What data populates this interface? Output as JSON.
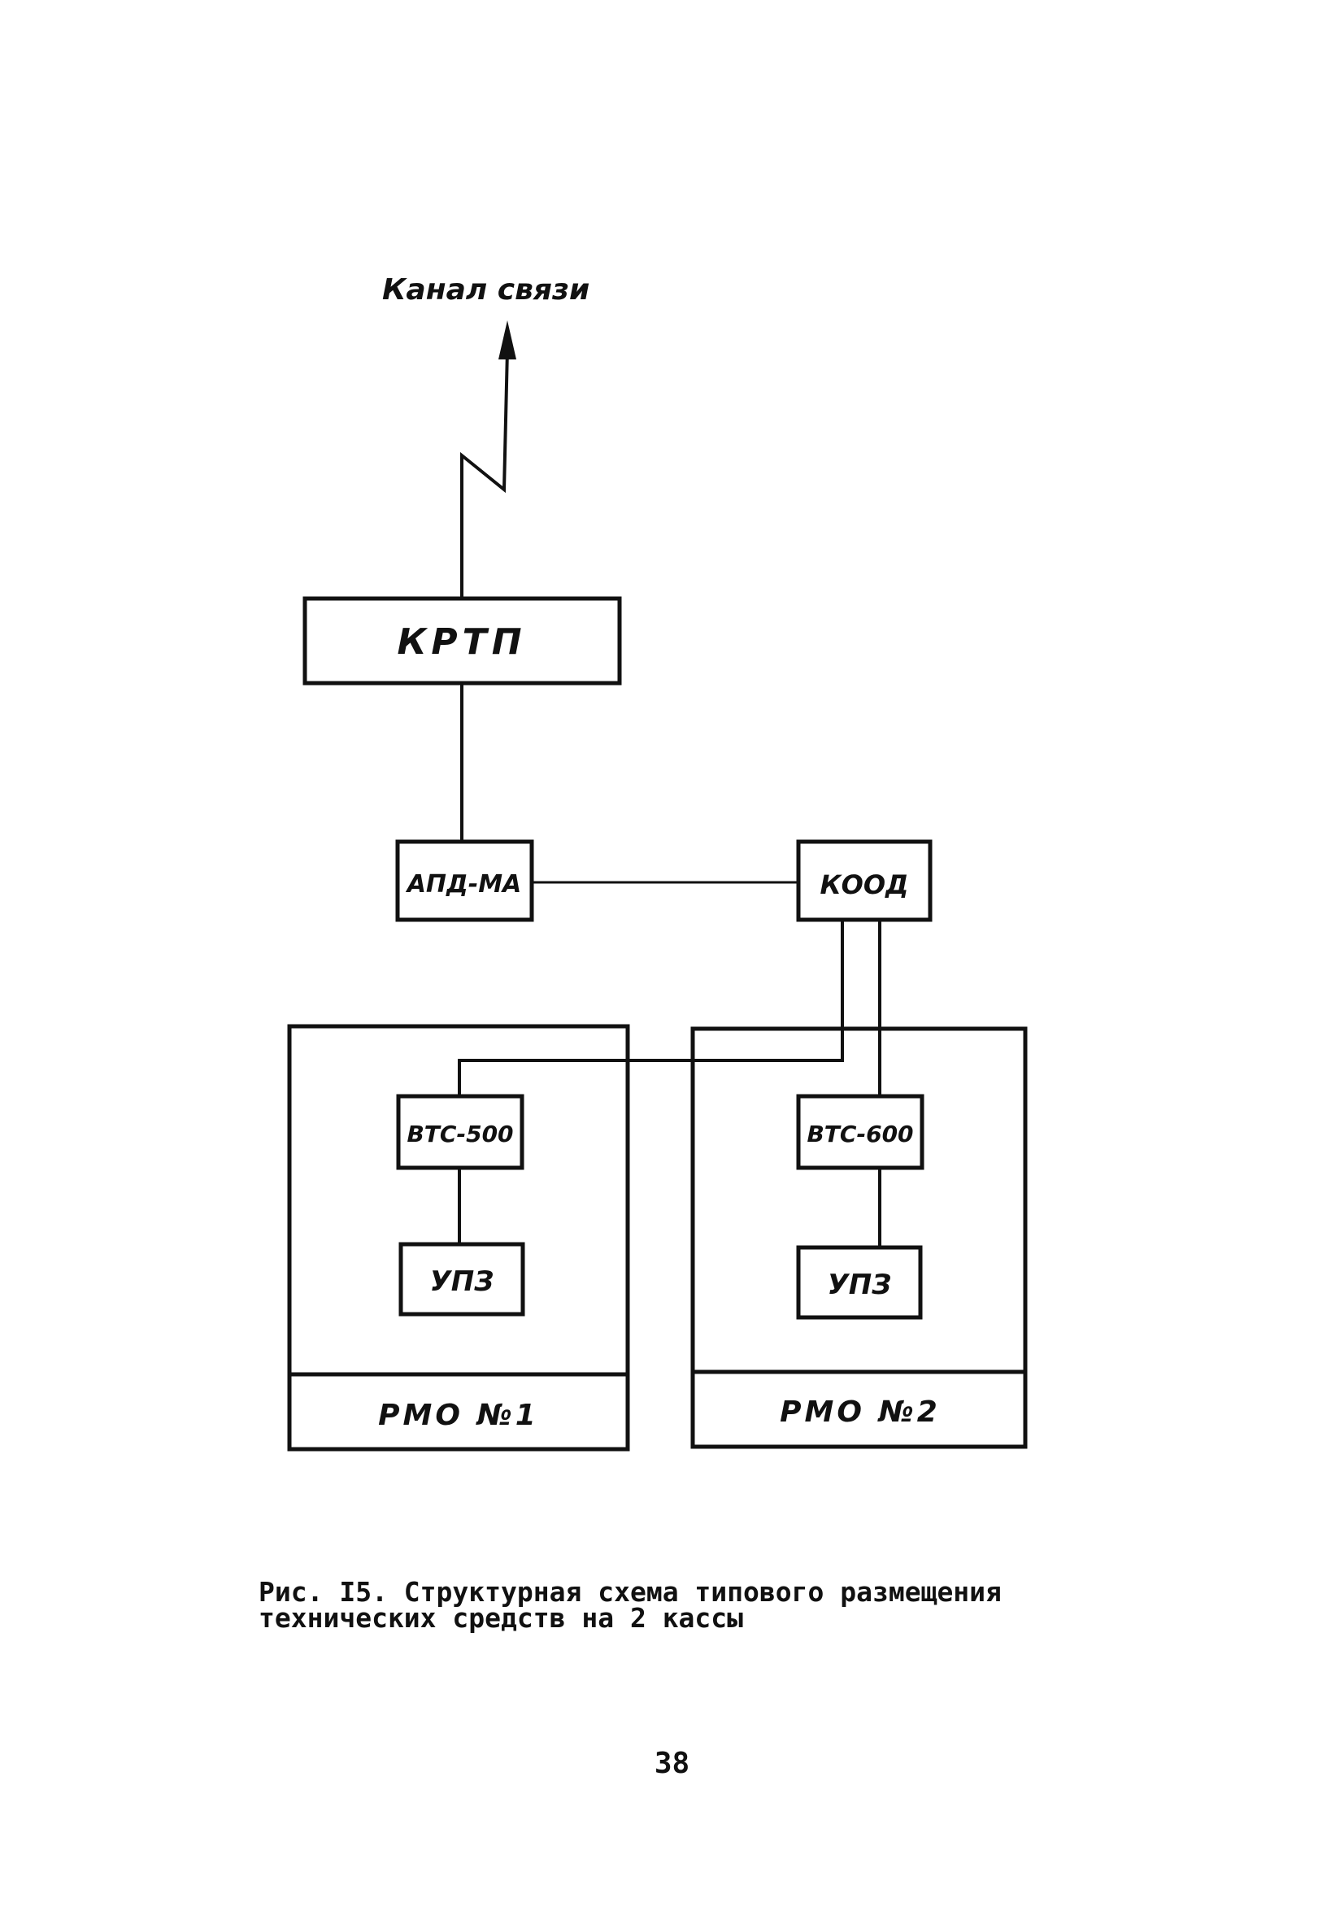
{
  "diagram": {
    "channel_label": "Канал связи",
    "nodes": {
      "krtp": "КРТП",
      "apd": "АПД-МА",
      "kood": "КООД",
      "vts1": "ВТС-500",
      "vts2": "ВТС-600",
      "upz1": "УПЗ",
      "upz2": "УПЗ",
      "rmo1": "РМО №1",
      "rmo2": "РМО №2"
    }
  },
  "caption": {
    "line1": "Рис. I5. Структурная схема типового размещения",
    "line2": "технических средств на 2 кассы"
  },
  "page_number": "38"
}
